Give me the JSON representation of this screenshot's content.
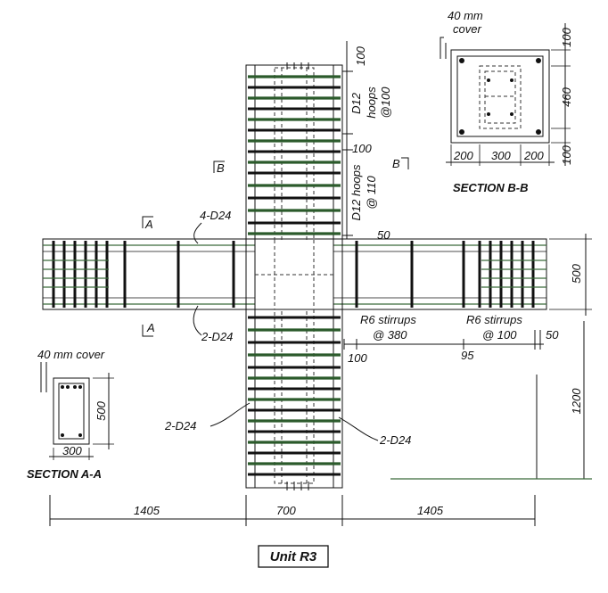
{
  "title": "Unit R3",
  "section_aa": {
    "title": "SECTION A-A",
    "cover_label": "40 mm cover",
    "height_dim": "500",
    "width_dim": "300"
  },
  "section_bb": {
    "title": "SECTION B-B",
    "cover_label_1": "40 mm",
    "cover_label_2": "cover",
    "dim_top": "100",
    "dim_mid": "460",
    "dim_bottom": "100",
    "dim_left": "200",
    "dim_center": "300",
    "dim_right": "200"
  },
  "column": {
    "top_dim": "100",
    "hoops_100_a": "D12",
    "hoops_100_b": "hoops",
    "hoops_100_c": "@100",
    "mid_dim": "100",
    "hoops_110_a": "D12 hoops",
    "hoops_110_b": "@ 110",
    "joint_dim": "50",
    "bar_left": "2-D24",
    "bar_right": "2-D24",
    "section_mark": "B"
  },
  "beam": {
    "top_bars": "4-D24",
    "bottom_bars": "2-D24",
    "section_mark": "A",
    "depth_dim": "500",
    "stirrups_380_a": "R6 stirrups",
    "stirrups_380_b": "@ 380",
    "stirrups_100_a": "R6 stirrups",
    "stirrups_100_b": "@ 100",
    "end_dim": "50",
    "dim_100": "100",
    "dim_95": "95"
  },
  "overall": {
    "left_span": "1405",
    "column_width": "700",
    "right_span": "1405",
    "height_dim": "1200"
  }
}
